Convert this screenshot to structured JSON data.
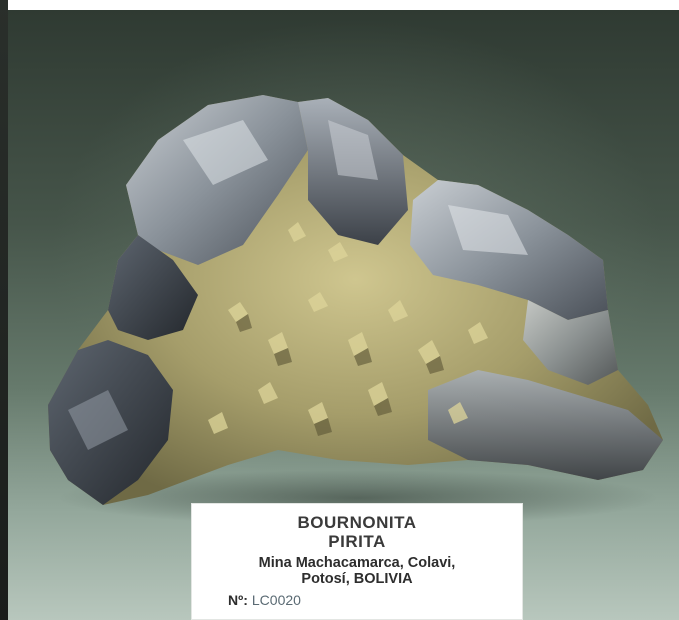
{
  "label": {
    "mineral_1": "BOURNONITA",
    "mineral_2": "PIRITA",
    "locality_line_1": "Mina Machacamarca, Colavi,",
    "locality_line_2": "Potosí, BOLIVIA",
    "catalog_key": "Nº:",
    "catalog_value": "LC0020"
  },
  "colors": {
    "background_top": "#2f3a32",
    "background_bottom": "#b8c7bd",
    "bournonite_gray": "#8a929a",
    "pyrite_brass": "#a59d6a",
    "label_text": "#2d2d2d"
  }
}
